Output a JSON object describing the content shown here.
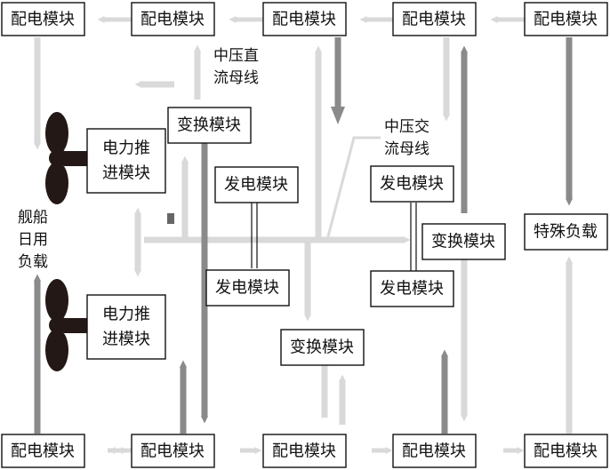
{
  "modules": {
    "distribution": "配电模块",
    "converter": "变换模块",
    "generator": "发电模块",
    "propulsion_line1": "电力推",
    "propulsion_line2": "进模块",
    "special_load": "特殊负载"
  },
  "labels": {
    "mv_dc_bus": [
      "中压直",
      "流母线"
    ],
    "mv_ac_bus": [
      "中压交",
      "流母线"
    ],
    "ship_daily_load": [
      "舰船",
      "日用",
      "负载"
    ]
  },
  "colors": {
    "light_arrow": "#d9d9d9",
    "dark_arrow": "#8a8a8a",
    "box_border": "#111111",
    "propeller": "#231815"
  }
}
